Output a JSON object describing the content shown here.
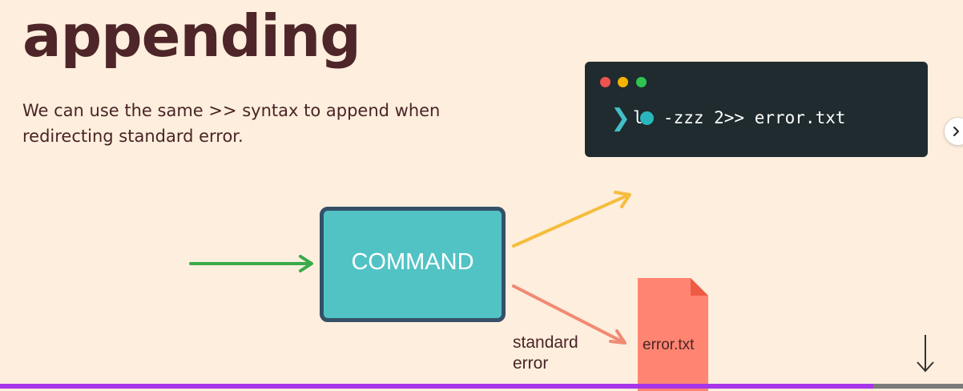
{
  "slide": {
    "title": "appending",
    "description": "We can use the same >> syntax to append when redirecting standard error."
  },
  "terminal": {
    "command": "ls -zzz 2>> error.txt",
    "window_dots": [
      "#ef5350",
      "#f5b301",
      "#2fc44f"
    ]
  },
  "diagram": {
    "command_label": "COMMAND",
    "stderr_label": "standard error",
    "file_label": "error.txt",
    "colors": {
      "input_arrow": "#3aaa4a",
      "stdout_arrow": "#f5bd3c",
      "stderr_arrow": "#f08a74",
      "file": "#ff8572",
      "file_fold": "#ef5a45"
    }
  },
  "navigation": {
    "next_icon": "chevron-right-icon",
    "down_icon": "arrow-down-icon"
  },
  "progress": {
    "fraction": 0.907
  }
}
